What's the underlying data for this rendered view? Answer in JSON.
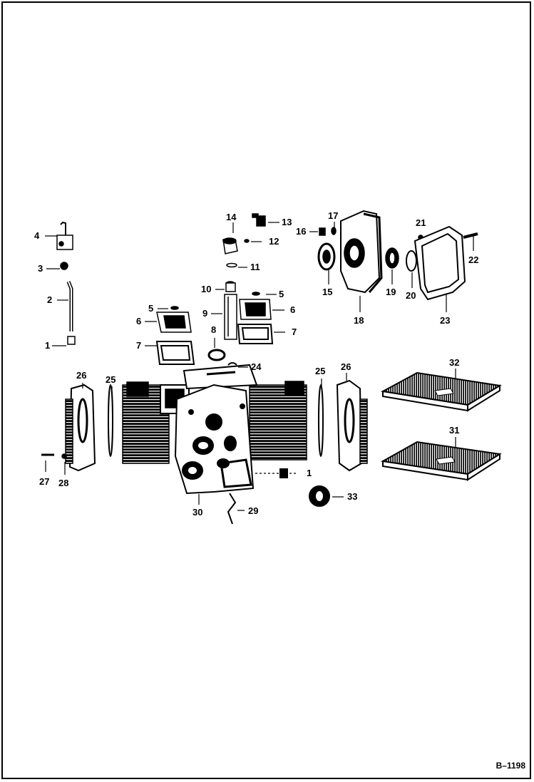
{
  "document": {
    "id": "B–1198"
  },
  "callouts": [
    {
      "key": "c4",
      "text": "4"
    },
    {
      "key": "c3",
      "text": "3"
    },
    {
      "key": "c2",
      "text": "2"
    },
    {
      "key": "c1a",
      "text": "1"
    },
    {
      "key": "c14",
      "text": "14"
    },
    {
      "key": "c13",
      "text": "13"
    },
    {
      "key": "c12",
      "text": "12"
    },
    {
      "key": "c11",
      "text": "11"
    },
    {
      "key": "c10",
      "text": "10"
    },
    {
      "key": "c9",
      "text": "9"
    },
    {
      "key": "c8",
      "text": "8"
    },
    {
      "key": "c5a",
      "text": "5"
    },
    {
      "key": "c6a",
      "text": "6"
    },
    {
      "key": "c7a",
      "text": "7"
    },
    {
      "key": "c5b",
      "text": "5"
    },
    {
      "key": "c6b",
      "text": "6"
    },
    {
      "key": "c7b",
      "text": "7"
    },
    {
      "key": "c24",
      "text": "24"
    },
    {
      "key": "c17",
      "text": "17"
    },
    {
      "key": "c16",
      "text": "16"
    },
    {
      "key": "c15",
      "text": "15"
    },
    {
      "key": "c18",
      "text": "18"
    },
    {
      "key": "c19",
      "text": "19"
    },
    {
      "key": "c20",
      "text": "20"
    },
    {
      "key": "c21",
      "text": "21"
    },
    {
      "key": "c22",
      "text": "22"
    },
    {
      "key": "c23",
      "text": "23"
    },
    {
      "key": "c26a",
      "text": "26"
    },
    {
      "key": "c25a",
      "text": "25"
    },
    {
      "key": "c25b",
      "text": "25"
    },
    {
      "key": "c26b",
      "text": "26"
    },
    {
      "key": "c27",
      "text": "27"
    },
    {
      "key": "c28",
      "text": "28"
    },
    {
      "key": "c30",
      "text": "30"
    },
    {
      "key": "c29",
      "text": "29"
    },
    {
      "key": "c1b",
      "text": "1"
    },
    {
      "key": "c33",
      "text": "33"
    },
    {
      "key": "c32",
      "text": "32"
    },
    {
      "key": "c31",
      "text": "31"
    }
  ]
}
